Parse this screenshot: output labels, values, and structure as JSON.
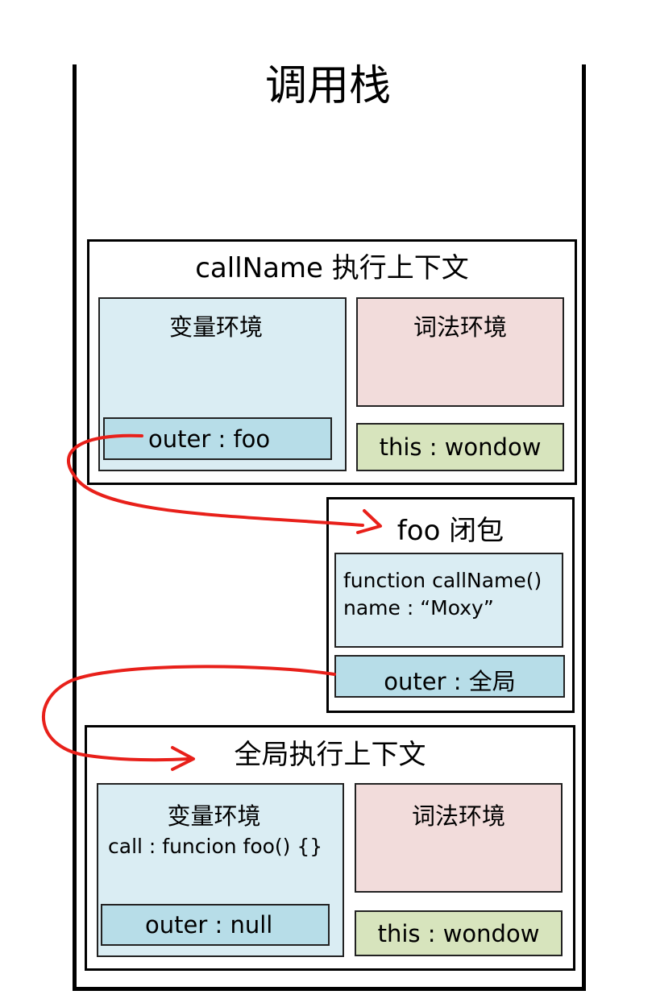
{
  "title": "调用栈",
  "call_name_context": {
    "title": "callName 执行上下文",
    "variable_env_label": "变量环境",
    "lexical_env_label": "词法环境",
    "outer": "outer : foo",
    "this": "this : wondow"
  },
  "foo_closure": {
    "title": "foo 闭包",
    "line1": "function callName()",
    "line2": "name :   “Moxy”",
    "outer": "outer : 全局"
  },
  "global_context": {
    "title": "全局执行上下文",
    "variable_env_label": "变量环境",
    "variable_env_entry": "call : funcion foo() {}",
    "lexical_env_label": "词法环境",
    "outer": "outer : null",
    "this": "this : wondow"
  },
  "colors": {
    "variable_env": "#daedf3",
    "lexical_env": "#f2dcdb",
    "this_box": "#d7e4bd",
    "outer_box": "#b7dde8",
    "arrow": "#e8201a"
  }
}
